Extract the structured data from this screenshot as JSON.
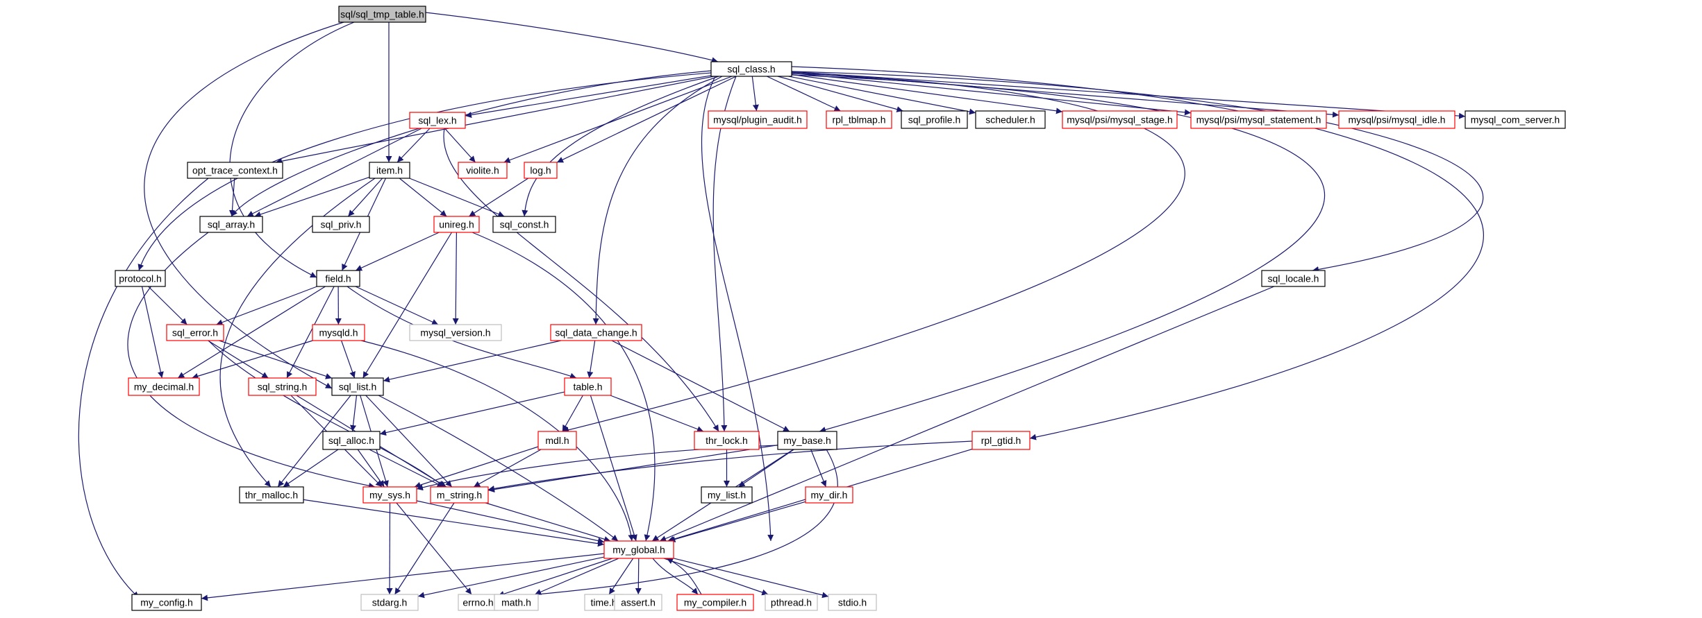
{
  "graph": {
    "nodes": [
      {
        "id": "sql_tmp_table",
        "label": "sql/sql_tmp_table.h",
        "style": "root"
      },
      {
        "id": "sql_class",
        "label": "sql_class.h",
        "style": "black"
      },
      {
        "id": "opt_trace_context",
        "label": "opt_trace_context.h",
        "style": "black"
      },
      {
        "id": "sql_lex",
        "label": "sql_lex.h",
        "style": "red"
      },
      {
        "id": "mysql_plugin_audit",
        "label": "mysql/plugin_audit.h",
        "style": "red"
      },
      {
        "id": "rpl_tblmap",
        "label": "rpl_tblmap.h",
        "style": "red"
      },
      {
        "id": "sql_profile",
        "label": "sql_profile.h",
        "style": "black"
      },
      {
        "id": "scheduler",
        "label": "scheduler.h",
        "style": "black"
      },
      {
        "id": "mysql_stage",
        "label": "mysql/psi/mysql_stage.h",
        "style": "red"
      },
      {
        "id": "mysql_statement",
        "label": "mysql/psi/mysql_statement.h",
        "style": "red"
      },
      {
        "id": "mysql_idle",
        "label": "mysql/psi/mysql_idle.h",
        "style": "red"
      },
      {
        "id": "mysql_com_server",
        "label": "mysql_com_server.h",
        "style": "black"
      },
      {
        "id": "item",
        "label": "item.h",
        "style": "black"
      },
      {
        "id": "violite",
        "label": "violite.h",
        "style": "red"
      },
      {
        "id": "log",
        "label": "log.h",
        "style": "red"
      },
      {
        "id": "sql_array",
        "label": "sql_array.h",
        "style": "black"
      },
      {
        "id": "sql_priv",
        "label": "sql_priv.h",
        "style": "black"
      },
      {
        "id": "unireg",
        "label": "unireg.h",
        "style": "red"
      },
      {
        "id": "sql_const",
        "label": "sql_const.h",
        "style": "black"
      },
      {
        "id": "protocol",
        "label": "protocol.h",
        "style": "black"
      },
      {
        "id": "field",
        "label": "field.h",
        "style": "black"
      },
      {
        "id": "sql_locale",
        "label": "sql_locale.h",
        "style": "black"
      },
      {
        "id": "sql_error",
        "label": "sql_error.h",
        "style": "red"
      },
      {
        "id": "mysqld",
        "label": "mysqld.h",
        "style": "red"
      },
      {
        "id": "mysql_version",
        "label": "mysql_version.h",
        "style": "gray"
      },
      {
        "id": "sql_data_change",
        "label": "sql_data_change.h",
        "style": "red"
      },
      {
        "id": "my_decimal",
        "label": "my_decimal.h",
        "style": "red"
      },
      {
        "id": "sql_string",
        "label": "sql_string.h",
        "style": "red"
      },
      {
        "id": "sql_list",
        "label": "sql_list.h",
        "style": "black"
      },
      {
        "id": "table",
        "label": "table.h",
        "style": "red"
      },
      {
        "id": "sql_alloc",
        "label": "sql_alloc.h",
        "style": "black"
      },
      {
        "id": "mdl",
        "label": "mdl.h",
        "style": "red"
      },
      {
        "id": "thr_lock",
        "label": "thr_lock.h",
        "style": "red"
      },
      {
        "id": "my_base",
        "label": "my_base.h",
        "style": "black"
      },
      {
        "id": "rpl_gtid",
        "label": "rpl_gtid.h",
        "style": "red"
      },
      {
        "id": "thr_malloc",
        "label": "thr_malloc.h",
        "style": "black"
      },
      {
        "id": "my_sys",
        "label": "my_sys.h",
        "style": "red"
      },
      {
        "id": "m_string",
        "label": "m_string.h",
        "style": "red"
      },
      {
        "id": "my_list",
        "label": "my_list.h",
        "style": "black"
      },
      {
        "id": "my_dir",
        "label": "my_dir.h",
        "style": "red"
      },
      {
        "id": "my_global",
        "label": "my_global.h",
        "style": "red"
      },
      {
        "id": "my_config",
        "label": "my_config.h",
        "style": "black"
      },
      {
        "id": "stdarg",
        "label": "stdarg.h",
        "style": "gray"
      },
      {
        "id": "errno",
        "label": "errno.h",
        "style": "gray"
      },
      {
        "id": "math",
        "label": "math.h",
        "style": "gray"
      },
      {
        "id": "time",
        "label": "time.h",
        "style": "gray"
      },
      {
        "id": "assert",
        "label": "assert.h",
        "style": "gray"
      },
      {
        "id": "my_compiler",
        "label": "my_compiler.h",
        "style": "red"
      },
      {
        "id": "pthread",
        "label": "pthread.h",
        "style": "gray"
      },
      {
        "id": "stdio",
        "label": "stdio.h",
        "style": "gray"
      }
    ],
    "edges": [
      [
        "sql_tmp_table",
        "sql_class"
      ],
      [
        "sql_tmp_table",
        "item"
      ],
      [
        "sql_tmp_table",
        "field"
      ],
      [
        "sql_tmp_table",
        "sql_list"
      ],
      [
        "sql_class",
        "opt_trace_context"
      ],
      [
        "sql_class",
        "sql_lex"
      ],
      [
        "sql_class",
        "mysql_plugin_audit"
      ],
      [
        "sql_class",
        "rpl_tblmap"
      ],
      [
        "sql_class",
        "sql_profile"
      ],
      [
        "sql_class",
        "scheduler"
      ],
      [
        "sql_class",
        "mysql_stage"
      ],
      [
        "sql_class",
        "mysql_statement"
      ],
      [
        "sql_class",
        "mysql_idle"
      ],
      [
        "sql_class",
        "mysql_com_server"
      ],
      [
        "sql_class",
        "violite"
      ],
      [
        "sql_class",
        "log"
      ],
      [
        "sql_class",
        "sql_const"
      ],
      [
        "sql_class",
        "protocol"
      ],
      [
        "sql_class",
        "sql_data_change"
      ],
      [
        "sql_class",
        "thr_lock"
      ],
      [
        "sql_class",
        "my_global"
      ],
      [
        "sql_class",
        "sql_locale"
      ],
      [
        "sql_class",
        "rpl_gtid"
      ],
      [
        "sql_class",
        "my_base"
      ],
      [
        "sql_class",
        "mdl"
      ],
      [
        "sql_class",
        "sql_array"
      ],
      [
        "opt_trace_context",
        "sql_array"
      ],
      [
        "opt_trace_context",
        "my_config"
      ],
      [
        "sql_lex",
        "item"
      ],
      [
        "sql_lex",
        "violite"
      ],
      [
        "sql_lex",
        "sql_array"
      ],
      [
        "sql_lex",
        "thr_lock"
      ],
      [
        "item",
        "sql_array"
      ],
      [
        "item",
        "sql_priv"
      ],
      [
        "item",
        "unireg"
      ],
      [
        "item",
        "sql_const"
      ],
      [
        "item",
        "field"
      ],
      [
        "item",
        "thr_malloc"
      ],
      [
        "log",
        "unireg"
      ],
      [
        "unireg",
        "field"
      ],
      [
        "unireg",
        "mysql_version"
      ],
      [
        "unireg",
        "sql_list"
      ],
      [
        "unireg",
        "my_global"
      ],
      [
        "sql_array",
        "my_sys"
      ],
      [
        "protocol",
        "sql_error"
      ],
      [
        "protocol",
        "my_decimal"
      ],
      [
        "field",
        "sql_error"
      ],
      [
        "field",
        "mysqld"
      ],
      [
        "field",
        "mysql_version"
      ],
      [
        "field",
        "my_decimal"
      ],
      [
        "field",
        "sql_string"
      ],
      [
        "field",
        "table"
      ],
      [
        "sql_error",
        "sql_string"
      ],
      [
        "sql_error",
        "sql_list"
      ],
      [
        "sql_error",
        "m_string"
      ],
      [
        "mysqld",
        "my_decimal"
      ],
      [
        "mysqld",
        "sql_list"
      ],
      [
        "mysqld",
        "my_global"
      ],
      [
        "sql_data_change",
        "sql_list"
      ],
      [
        "sql_data_change",
        "table"
      ],
      [
        "sql_data_change",
        "my_base"
      ],
      [
        "sql_string",
        "my_sys"
      ],
      [
        "sql_string",
        "m_string"
      ],
      [
        "sql_list",
        "sql_alloc"
      ],
      [
        "sql_list",
        "thr_malloc"
      ],
      [
        "sql_list",
        "my_sys"
      ],
      [
        "sql_list",
        "m_string"
      ],
      [
        "sql_list",
        "my_global"
      ],
      [
        "table",
        "sql_alloc"
      ],
      [
        "table",
        "mdl"
      ],
      [
        "table",
        "thr_lock"
      ],
      [
        "table",
        "my_global"
      ],
      [
        "sql_alloc",
        "thr_malloc"
      ],
      [
        "sql_alloc",
        "my_sys"
      ],
      [
        "sql_alloc",
        "m_string"
      ],
      [
        "mdl",
        "m_string"
      ],
      [
        "mdl",
        "my_sys"
      ],
      [
        "thr_lock",
        "my_list"
      ],
      [
        "my_base",
        "my_sys"
      ],
      [
        "my_base",
        "m_string"
      ],
      [
        "my_base",
        "my_list"
      ],
      [
        "my_base",
        "my_dir"
      ],
      [
        "my_base",
        "my_global"
      ],
      [
        "my_base",
        "errno"
      ],
      [
        "sql_locale",
        "my_global"
      ],
      [
        "rpl_gtid",
        "m_string"
      ],
      [
        "rpl_gtid",
        "my_global"
      ],
      [
        "thr_malloc",
        "my_global"
      ],
      [
        "my_sys",
        "my_global"
      ],
      [
        "my_sys",
        "stdarg"
      ],
      [
        "my_sys",
        "errno"
      ],
      [
        "m_string",
        "my_global"
      ],
      [
        "m_string",
        "stdarg"
      ],
      [
        "my_dir",
        "my_global"
      ],
      [
        "my_global",
        "my_config"
      ],
      [
        "my_global",
        "stdarg"
      ],
      [
        "my_global",
        "errno"
      ],
      [
        "my_global",
        "math"
      ],
      [
        "my_global",
        "time"
      ],
      [
        "my_global",
        "assert"
      ],
      [
        "my_global",
        "my_compiler"
      ],
      [
        "my_global",
        "pthread"
      ],
      [
        "my_global",
        "stdio"
      ],
      [
        "my_compiler",
        "my_global"
      ]
    ]
  }
}
